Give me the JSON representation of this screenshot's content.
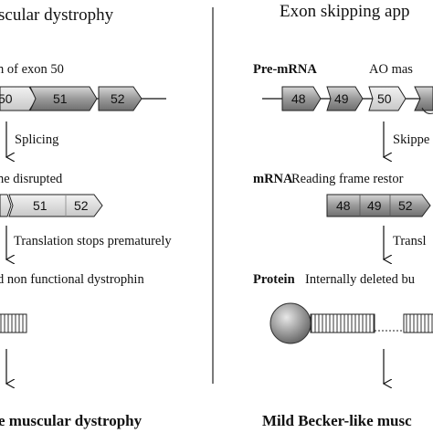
{
  "left": {
    "title": "scular dystrophy",
    "deletion_note": "n of exon 50",
    "premrna_exons": [
      "50",
      "51",
      "52"
    ],
    "step1": "Splicing",
    "mrna_note": "ne disrupted",
    "mrna_exons": [
      "51",
      "52"
    ],
    "step2": "Translation stops prematurely",
    "protein_note": "d non functional dystrophin",
    "outcome": "e muscular dystrophy"
  },
  "right": {
    "title": "Exon skipping app",
    "premrna_label": "Pre-mRNA",
    "ao_note": "AO mas",
    "premrna_exons": [
      "48",
      "49",
      "50"
    ],
    "step1": "Skippe",
    "mrna_label": "mRNA",
    "mrna_note": "Reading frame restor",
    "mrna_exons": [
      "48",
      "49",
      "52"
    ],
    "step2": "Transl",
    "protein_label": "Protein",
    "protein_note": "Internally deleted bu",
    "outcome": "Mild Becker-like musc"
  }
}
